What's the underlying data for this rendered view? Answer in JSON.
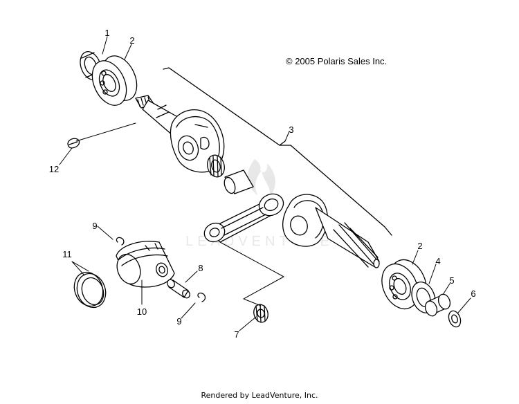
{
  "copyright": "© 2005 Polaris Sales Inc.",
  "footer": "Rendered by LeadVenture, Inc.",
  "watermark": "LEADVENTURE",
  "callouts": {
    "c1": "1",
    "c2a": "2",
    "c2b": "2",
    "c3": "3",
    "c4": "4",
    "c5": "5",
    "c6": "6",
    "c7": "7",
    "c8": "8",
    "c9a": "9",
    "c9b": "9",
    "c10": "10",
    "c11": "11",
    "c12": "12"
  },
  "colors": {
    "line": "#000000",
    "paper": "#ffffff"
  }
}
